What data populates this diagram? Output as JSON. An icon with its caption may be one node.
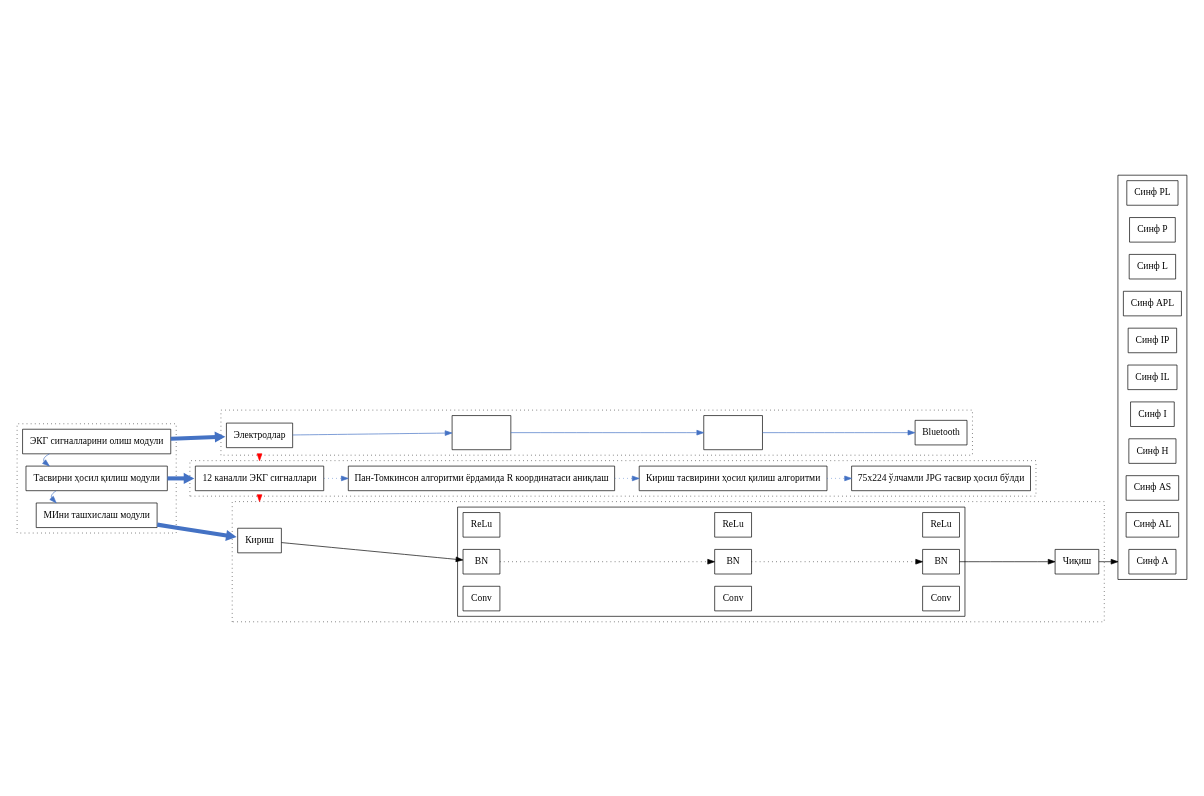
{
  "diagram": {
    "nodes": [
      {
        "text": [],
        "shape": "box"
      },
      {
        "text": [
          "ЭКГ сигналларини олиш модули"
        ],
        "in": 0
      },
      {
        "text": [
          "Тасвирни ҳосил қилиш модули"
        ],
        "in": 0
      },
      {
        "text": [
          "МИни ташхислаш модули"
        ],
        "in": 0
      },
      {
        "text": [],
        "shape": "box"
      },
      {
        "text": [
          "Электродлар"
        ],
        "in": 4
      },
      {
        "text": [],
        "shape": "box",
        "in": 4
      },
      {
        "text": [],
        "shape": "box",
        "in": 4
      },
      {
        "text": [
          "Bluetooth"
        ],
        "in": 4
      },
      {
        "text": [],
        "shape": "box"
      },
      {
        "text": [
          "12 каналли ЭКГ сигналлари"
        ],
        "in": 9
      },
      {
        "text": [
          "Пан-Томкинсон алгоритми ёрдамида R координатаси аниқлаш"
        ],
        "in": 9
      },
      {
        "text": [
          "Кириш тасвирини ҳосил қилиш алгоритми"
        ],
        "in": 9
      },
      {
        "text": [
          "75x224 ўлчамли JPG тасвир ҳосил бўлди"
        ],
        "in": 9
      },
      {
        "text": [],
        "shape": "box"
      },
      {
        "text": [
          "Кириш"
        ],
        "in": 14
      },
      {
        "text": [],
        "shape": "box",
        "in": 14
      },
      {
        "text": [
          "Conv"
        ],
        "in": 16
      },
      {
        "text": [
          "BN"
        ],
        "in": 16
      },
      {
        "text": [
          "ReLu"
        ],
        "in": 16
      },
      {
        "text": [
          "Conv"
        ],
        "in": 16
      },
      {
        "text": [
          "BN"
        ],
        "in": 16
      },
      {
        "text": [
          "ReLu"
        ],
        "in": 16
      },
      {
        "text": [
          "Conv"
        ],
        "in": 16
      },
      {
        "text": [
          "BN"
        ],
        "in": 16
      },
      {
        "text": [
          "ReLu"
        ],
        "in": 16
      },
      {
        "text": [
          "Чиқиш"
        ],
        "in": 14
      },
      {
        "text": [],
        "shape": "box"
      },
      {
        "text": [
          "Синф A"
        ],
        "in": 27
      },
      {
        "text": [
          "Синф AL"
        ],
        "in": 27
      },
      {
        "text": [
          "Синф AS"
        ],
        "in": 27
      },
      {
        "text": [
          "Синф H"
        ],
        "in": 27
      },
      {
        "text": [
          "Синф I"
        ],
        "in": 27
      },
      {
        "text": [
          "Синф IL"
        ],
        "in": 27
      },
      {
        "text": [
          "Синф IP"
        ],
        "in": 27
      },
      {
        "text": [
          "Синф APL"
        ],
        "in": 27
      },
      {
        "text": [
          "Синф L"
        ],
        "in": 27
      },
      {
        "text": [
          "Синф P"
        ],
        "in": 27
      },
      {
        "text": [
          "Синф PL"
        ],
        "in": 27
      }
    ],
    "edges": [
      {
        "from": 1,
        "to": 2,
        "arrow": "to"
      },
      {
        "from": 2,
        "to": 3,
        "arrow": "to"
      },
      {
        "from": 1,
        "to": 4,
        "arrow": "to",
        "style": "thick"
      },
      {
        "from": 2,
        "to": 9,
        "arrow": "to",
        "style": "thick"
      },
      {
        "from": 3,
        "to": 14,
        "arrow": "to",
        "style": "thick"
      },
      {
        "from": 5,
        "to": 6,
        "arrow": "to"
      },
      {
        "from": 6,
        "to": 7,
        "arrow": "to"
      },
      {
        "from": 7,
        "to": 8,
        "arrow": "to"
      },
      {
        "from": 4,
        "to": 9,
        "arrow": "to",
        "style": "dashed",
        "color": "#ff0000"
      },
      {
        "from": 10,
        "to": 11,
        "arrow": "to",
        "style": "dashed"
      },
      {
        "from": 11,
        "to": 12,
        "arrow": "to",
        "style": "dashed"
      },
      {
        "from": 12,
        "to": 13,
        "arrow": "to",
        "style": "dashed"
      },
      {
        "from": 9,
        "to": 14,
        "arrow": "to",
        "style": "dashed",
        "color": "#ff0000"
      },
      {
        "from": 15,
        "to": 18,
        "arrow": "to",
        "color": "#000000"
      },
      {
        "from": 18,
        "to": 21,
        "arrow": "to",
        "style": "dashed",
        "color": "#000000"
      },
      {
        "from": 21,
        "to": 24,
        "arrow": "to",
        "style": "dashed",
        "color": "#000000"
      },
      {
        "from": 24,
        "to": 26,
        "arrow": "to",
        "color": "#000000"
      },
      {
        "from": 26,
        "to": 27,
        "arrow": "to",
        "color": "#000000"
      }
    ]
  }
}
